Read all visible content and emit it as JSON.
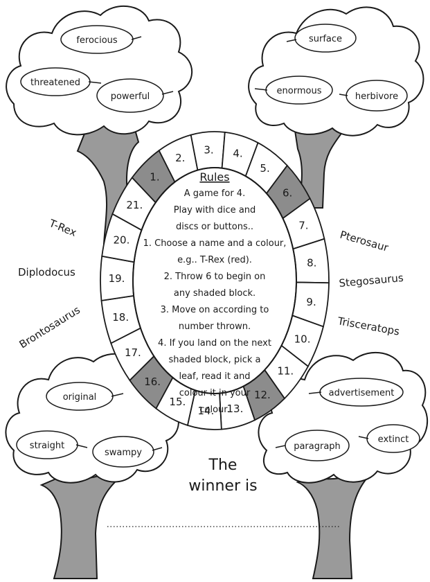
{
  "colors": {
    "trunk": "#9a9a9a",
    "shaded": "#8c8c8c",
    "outline": "#1a1a1a",
    "paper": "#ffffff"
  },
  "leaves": {
    "top_left": [
      "ferocious",
      "threatened",
      "powerful"
    ],
    "top_right": [
      "surface",
      "enormous",
      "herbivore"
    ],
    "bottom_left": [
      "original",
      "straight",
      "swampy"
    ],
    "bottom_right": [
      "advertisement",
      "extinct",
      "paragraph"
    ]
  },
  "track": {
    "cells": [
      "1.",
      "2.",
      "3.",
      "4.",
      "5.",
      "6.",
      "7.",
      "8.",
      "9.",
      "10.",
      "11.",
      "12.",
      "13.",
      "14.",
      "15.",
      "16.",
      "17.",
      "18.",
      "19.",
      "20.",
      "21."
    ],
    "shaded": [
      "1.",
      "6.",
      "12.",
      "16."
    ]
  },
  "dinosaurs": {
    "left": [
      "T-Rex",
      "Diplodocus",
      "Brontosaurus"
    ],
    "right": [
      "Pterosaur",
      "Stegosaurus",
      "Trisceratops"
    ]
  },
  "rules": {
    "title": "Rules",
    "lines": [
      "A game for 4.",
      "Play with dice and",
      "discs or buttons..",
      "1. Choose a name and a colour,",
      "e.g.. T-Rex (red).",
      "2. Throw 6 to begin on",
      "any shaded block.",
      "3. Move on according to",
      "number thrown.",
      "4. If you land on the next",
      "shaded block, pick a",
      "leaf, read it and",
      "colour it in your",
      "colour."
    ]
  },
  "winner": {
    "line1": "The",
    "line2": "winner is"
  }
}
